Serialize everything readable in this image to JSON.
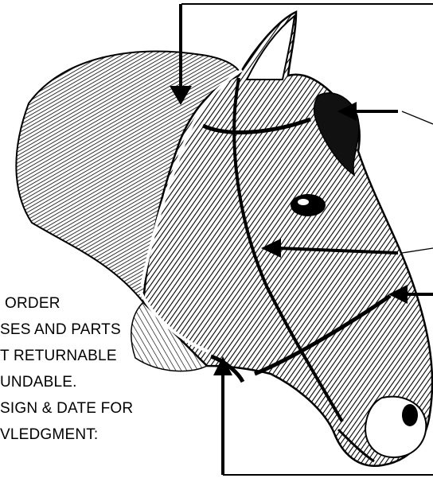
{
  "figure": {
    "subject": "horse head bridle measurement diagram",
    "colors": {
      "ink": "#000000",
      "paper": "#ffffff",
      "measure_line": "#ffffff"
    },
    "notice_lines": [
      "ORDER",
      "SES AND PARTS",
      "T RETURNABLE",
      "UNDABLE.",
      "SIGN & DATE FOR",
      "VLEDGMENT:"
    ]
  }
}
